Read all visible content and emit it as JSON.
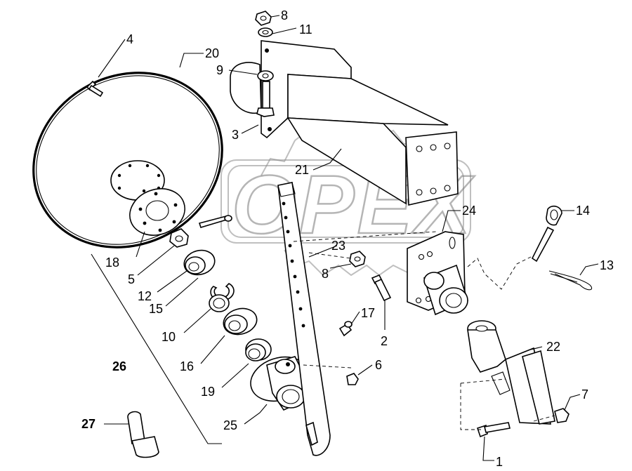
{
  "watermark": {
    "text": "OPEX"
  },
  "callouts": {
    "c1": "1",
    "c2": "2",
    "c3": "3",
    "c4": "4",
    "c5": "5",
    "c6": "6",
    "c7": "7",
    "c8a": "8",
    "c8b": "8",
    "c9": "9",
    "c10": "10",
    "c11": "11",
    "c12": "12",
    "c13": "13",
    "c14": "14",
    "c15": "15",
    "c16": "16",
    "c17": "17",
    "c18": "18",
    "c19": "19",
    "c20": "20",
    "c21": "21",
    "c22": "22",
    "c23": "23",
    "c24": "24",
    "c25": "25",
    "c26": "26",
    "c27": "27"
  }
}
